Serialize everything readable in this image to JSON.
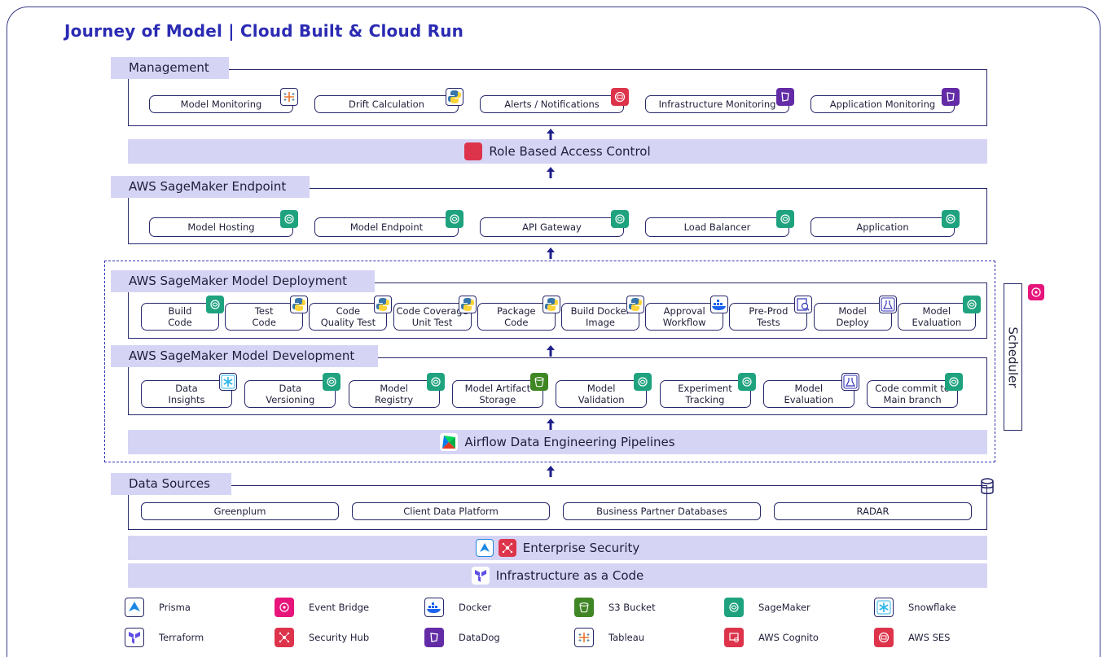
{
  "title": "Journey of Model | Cloud Built & Cloud Run",
  "sections": {
    "management": "Management",
    "endpoint": "AWS SageMaker Endpoint",
    "deployment": "AWS SageMaker Model Deployment",
    "development": "AWS SageMaker Model Development",
    "data_sources": "Data Sources"
  },
  "bars": {
    "rbac": "Role Based Access Control",
    "airflow": "Airflow Data Engineering Pipelines",
    "enterprise_security": "Enterprise Security",
    "iac": "Infrastructure as a Code"
  },
  "scheduler": "Scheduler",
  "management_items": [
    {
      "label": "Model Monitoring",
      "icon": "tableau-icon"
    },
    {
      "label": "Drift Calculation",
      "icon": "python-icon"
    },
    {
      "label": "Alerts / Notifications",
      "icon": "aws-ses-icon"
    },
    {
      "label": "Infrastructure Monitoring",
      "icon": "datadog-icon"
    },
    {
      "label": "Application Monitoring",
      "icon": "datadog-icon"
    }
  ],
  "endpoint_items": [
    {
      "label": "Model Hosting",
      "icon": "sagemaker-icon"
    },
    {
      "label": "Model Endpoint",
      "icon": "sagemaker-icon"
    },
    {
      "label": "API Gateway",
      "icon": "sagemaker-icon"
    },
    {
      "label": "Load Balancer",
      "icon": "sagemaker-icon"
    },
    {
      "label": "Application",
      "icon": "sagemaker-icon"
    }
  ],
  "deployment_items": [
    {
      "label": "Build\nCode",
      "icon": "sagemaker-icon"
    },
    {
      "label": "Test\nCode",
      "icon": "python-icon"
    },
    {
      "label": "Code\nQuality Test",
      "icon": "python-icon"
    },
    {
      "label": "Code Coverage\nUnit Test",
      "icon": "python-icon"
    },
    {
      "label": "Package\nCode",
      "icon": "python-icon"
    },
    {
      "label": "Build Docker\nImage",
      "icon": "python-icon"
    },
    {
      "label": "Approval\nWorkflow",
      "icon": "docker-icon"
    },
    {
      "label": "Pre-Prod\nTests",
      "icon": "test-icon"
    },
    {
      "label": "Model\nDeploy",
      "icon": "flask-icon"
    },
    {
      "label": "Model\nEvaluation",
      "icon": "sagemaker-icon"
    }
  ],
  "development_items": [
    {
      "label": "Data\nInsights",
      "icon": "snowflake-icon"
    },
    {
      "label": "Data\nVersioning",
      "icon": "sagemaker-icon"
    },
    {
      "label": "Model\nRegistry",
      "icon": "sagemaker-icon"
    },
    {
      "label": "Model Artifact\nStorage",
      "icon": "s3-bucket-icon"
    },
    {
      "label": "Model\nValidation",
      "icon": "sagemaker-icon"
    },
    {
      "label": "Experiment\nTracking",
      "icon": "sagemaker-icon"
    },
    {
      "label": "Model\nEvaluation",
      "icon": "flask-icon"
    },
    {
      "label": "Code commit to\nMain branch",
      "icon": "sagemaker-icon"
    }
  ],
  "data_sources": [
    "Greenplum",
    "Client Data Platform",
    "Business Partner Databases",
    "RADAR"
  ],
  "legend": [
    {
      "label": "Prisma",
      "icon": "prisma-icon"
    },
    {
      "label": "Event Bridge",
      "icon": "event-bridge-icon"
    },
    {
      "label": "Docker",
      "icon": "docker-icon"
    },
    {
      "label": "S3 Bucket",
      "icon": "s3-bucket-icon"
    },
    {
      "label": "SageMaker",
      "icon": "sagemaker-icon"
    },
    {
      "label": "Snowflake",
      "icon": "snowflake-icon"
    },
    {
      "label": "Terraform",
      "icon": "terraform-icon"
    },
    {
      "label": "Security Hub",
      "icon": "security-hub-icon"
    },
    {
      "label": "DataDog",
      "icon": "datadog-icon"
    },
    {
      "label": "Tableau",
      "icon": "tableau-icon"
    },
    {
      "label": "AWS Cognito",
      "icon": "aws-cognito-icon"
    },
    {
      "label": "AWS SES",
      "icon": "aws-ses-icon"
    }
  ],
  "colors": {
    "accent": "#2b2bb3",
    "band": "#d6d4f5",
    "line": "#27276a",
    "sagemaker": "#1fa37f",
    "python": "#3776ab",
    "datadog": "#632ca6",
    "aws_red": "#dd344c",
    "docker": "#1d63ed",
    "s3": "#3f8624",
    "eventbridge": "#e7157b",
    "terraform": "#5c4ee5",
    "prisma": "#1e88e5"
  }
}
